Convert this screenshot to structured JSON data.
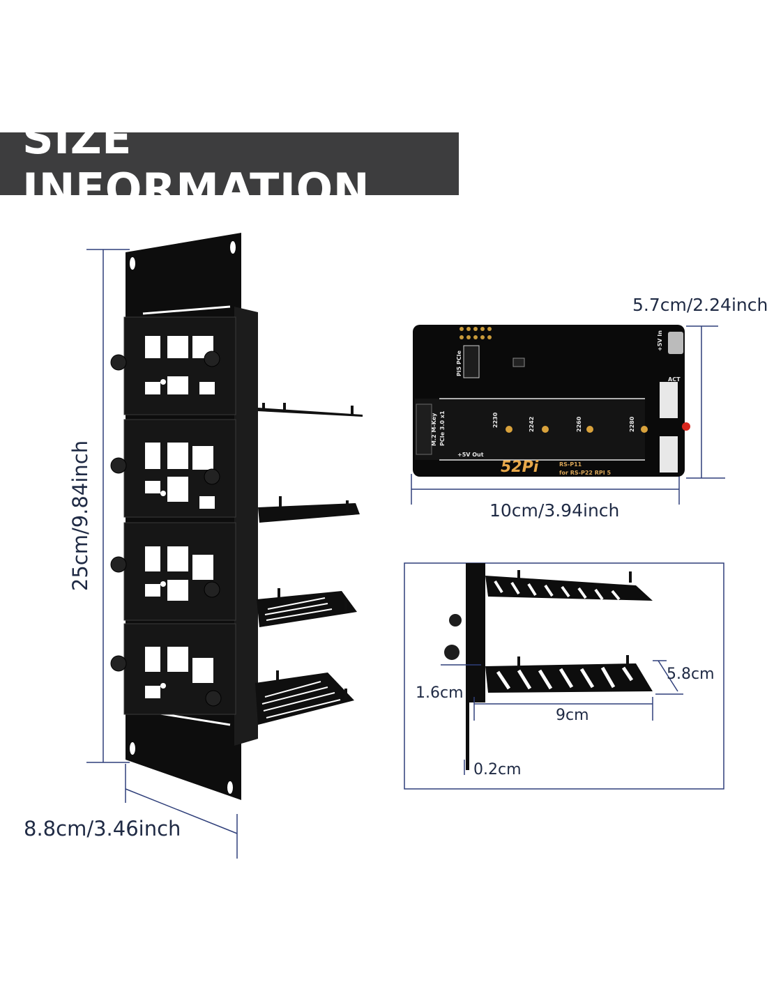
{
  "banner": {
    "title": "SIZE INFORMATION"
  },
  "dimensions": {
    "rack_height": "25cm/9.84inch",
    "rack_width": "8.8cm/3.46inch",
    "board_height": "5.7cm/2.24inch",
    "board_width": "10cm/3.94inch",
    "shelf_depth": "5.8cm",
    "shelf_width": "9cm",
    "standoff": "1.6cm",
    "thickness": "0.2cm"
  },
  "board": {
    "logo": "52Pi",
    "model_line1": "RS-P11",
    "model_line2": "for RS-P22 RPI 5",
    "slot_label_line1": "M.2 M-Key",
    "slot_label_line2": "PCIe 3.0 x1",
    "connector_label": "Pi5 PCIe",
    "power_in": "+5V In",
    "power_out": "+5V Out",
    "hole_2230": "2230",
    "hole_2242": "2242",
    "hole_2260": "2260",
    "hole_2280": "2280",
    "act_label": "ACT"
  },
  "colors": {
    "banner_bg": "#3d3d3e",
    "label_text": "#1f2a44",
    "dimension_line": "#2f3f7a",
    "metal": "#111111",
    "logo_gold": "#e8a84a"
  }
}
